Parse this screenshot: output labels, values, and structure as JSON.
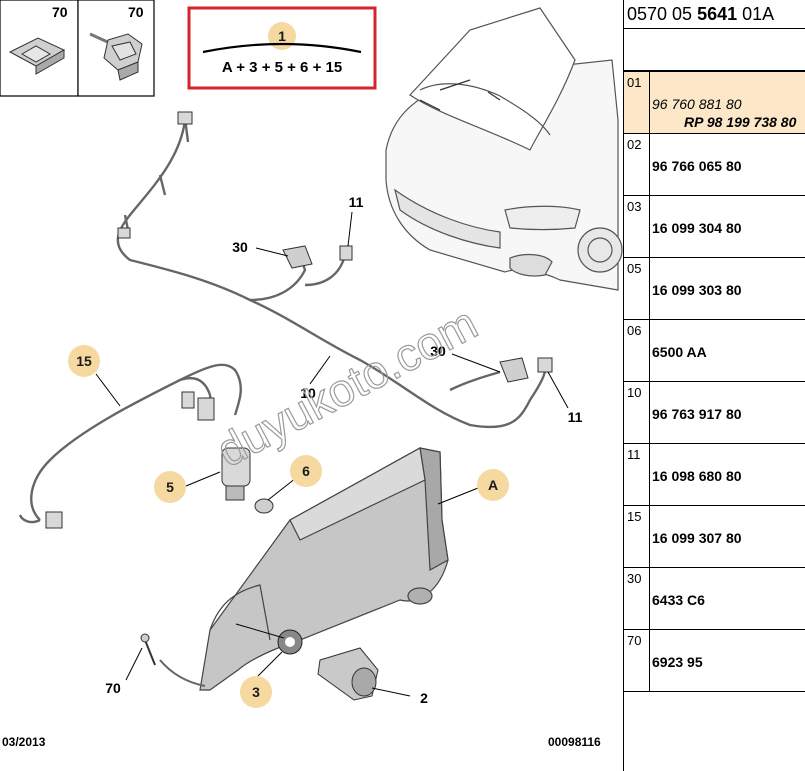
{
  "reference_code": {
    "prefix": "0570 05",
    "bold": "5641",
    "suffix": "01A"
  },
  "formula_box": {
    "item": "1",
    "formula": "A + 3 + 5 + 6 + 15"
  },
  "thumbnails": [
    {
      "qty": "70"
    },
    {
      "qty": "70"
    }
  ],
  "callouts": {
    "c11a": "11",
    "c30a": "30",
    "c10": "10",
    "c30b": "30",
    "c11b": "11",
    "c15": "15",
    "c5": "5",
    "c6": "6",
    "cA": "A",
    "c3": "3",
    "c2": "2",
    "c70": "70"
  },
  "footer": {
    "date": "03/2013",
    "doc_number": "00098116"
  },
  "watermark": "duyukoto.com",
  "parts": [
    {
      "num": "01",
      "refs": [
        "96 760 881 80",
        "RP 98 199 738 80"
      ],
      "highlight": true
    },
    {
      "num": "02",
      "refs": [
        "96 766 065 80"
      ]
    },
    {
      "num": "03",
      "refs": [
        "16 099 304 80"
      ]
    },
    {
      "num": "05",
      "refs": [
        "16 099 303 80"
      ]
    },
    {
      "num": "06",
      "refs": [
        "6500 AA"
      ]
    },
    {
      "num": "10",
      "refs": [
        "96 763 917 80"
      ]
    },
    {
      "num": "11",
      "refs": [
        "16 098 680 80"
      ]
    },
    {
      "num": "15",
      "refs": [
        "16 099 307 80"
      ]
    },
    {
      "num": "30",
      "refs": [
        "6433 C6"
      ]
    },
    {
      "num": "70",
      "refs": [
        "6923 95"
      ]
    }
  ],
  "colors": {
    "formula_border": "#d4242a",
    "bubble": "#f6d9a0",
    "highlight_row": "#fde7c9"
  }
}
